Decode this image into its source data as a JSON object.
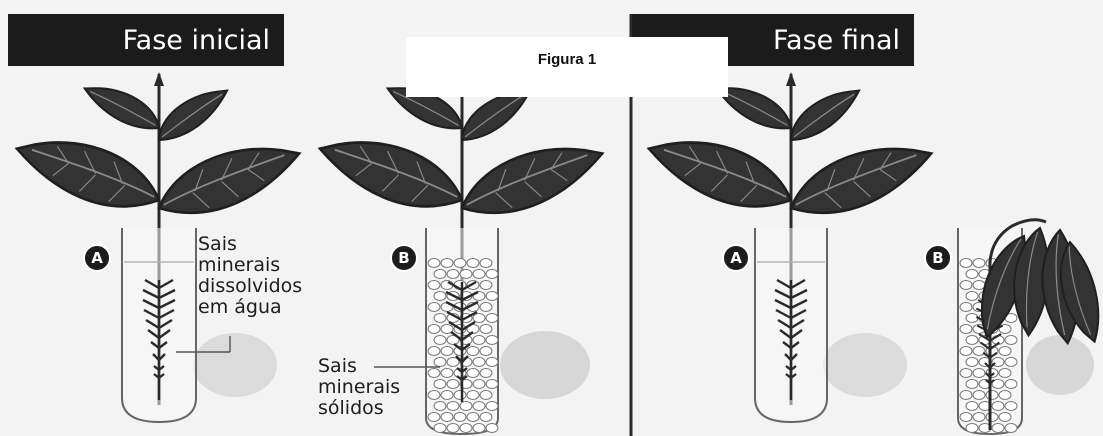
{
  "headers": {
    "initial_phase": "Fase inicial",
    "final_phase": "Fase final"
  },
  "caption": "Figura 1",
  "badges": {
    "a": "A",
    "b": "B"
  },
  "labels": {
    "dissolved_salts": [
      "Sais",
      "minerais",
      "dissolvidos",
      "em água"
    ],
    "solid_salts": [
      "Sais",
      "minerais",
      "sólidos"
    ]
  },
  "colors": {
    "header_background": "#1b1b1b",
    "leaf": "#333333",
    "leaf_vein": "#8a8a8a",
    "stem": "#2a2a2a",
    "tube_outline": "#666666"
  },
  "icons": [
    "plant-icon",
    "test-tube-icon",
    "pebbles-icon",
    "wilted-leaves-icon"
  ]
}
